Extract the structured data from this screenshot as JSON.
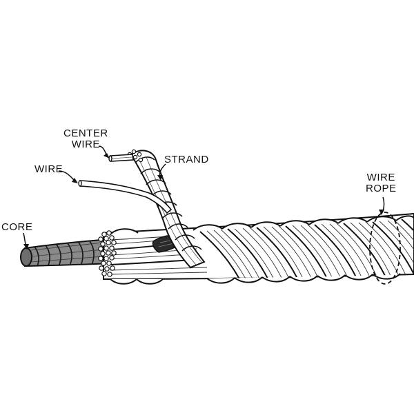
{
  "labels": {
    "center_wire": {
      "line1": "CENTER",
      "line2": "WIRE"
    },
    "wire": "WIRE",
    "strand": "STRAND",
    "core": "CORE",
    "wire_rope": {
      "line1": "WIRE",
      "line2": "ROPE"
    }
  },
  "colors": {
    "ink": "#111111",
    "background": "#ffffff",
    "core_fill": "#8a8a8a",
    "shadow_fill": "#2a2a2a"
  }
}
